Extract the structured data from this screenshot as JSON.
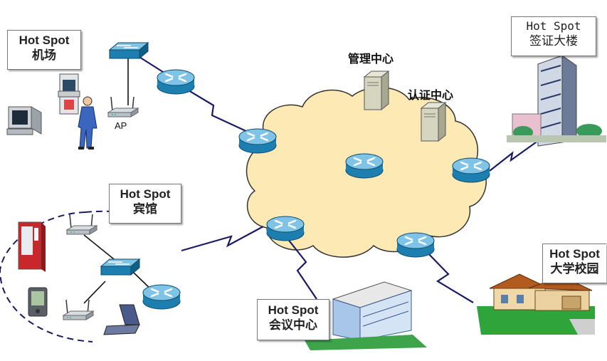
{
  "hotspots": {
    "airport": {
      "title": "Hot Spot",
      "place": "机场"
    },
    "hotel": {
      "title": "Hot Spot",
      "place": "宾馆"
    },
    "visa": {
      "title": "Hot Spot",
      "place": "签证大楼"
    },
    "campus": {
      "title": "Hot Spot",
      "place": "大学校园"
    },
    "conference": {
      "title": "Hot Spot",
      "place": "会议中心"
    }
  },
  "centers": {
    "management": "管理中心",
    "auth": "认证中心"
  },
  "ap_label": "AP",
  "colors": {
    "cloud_fill": "#fde9b4",
    "cloud_stroke": "#333333",
    "link": "#1a1a66",
    "router_top": "#7fc4e6",
    "router_side": "#1d7fb0",
    "dashed": "#1a1a66"
  }
}
